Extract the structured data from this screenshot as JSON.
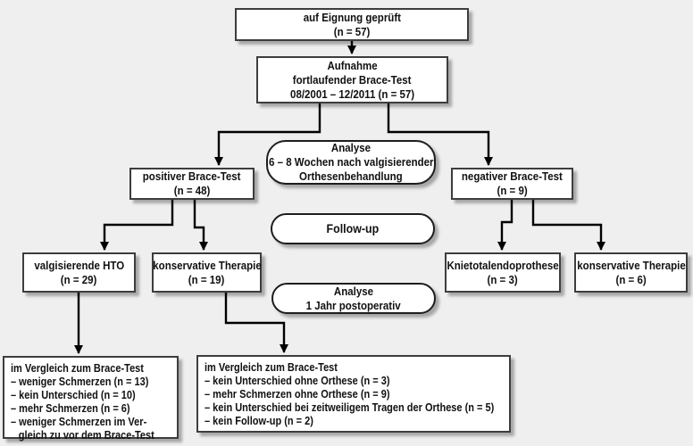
{
  "canvas": {
    "background_color": "#efefef",
    "box_fill": "#ffffff",
    "box_border_color": "#3d3d3d",
    "stadium_border_color": "#1d1d1d",
    "connector_color": "#000000",
    "text_color": "#111111"
  },
  "nodes": {
    "eligibility": {
      "lines": [
        "auf Eignung geprüft",
        "(n = 57)"
      ]
    },
    "intake": {
      "lines": [
        "Aufnahme",
        "fortlaufender Brace-Test",
        "08/2001 – 12/2011 (n = 57)"
      ]
    },
    "analysis_6_8_weeks": {
      "lines": [
        "Analyse",
        "6 – 8 Wochen nach valgisierender",
        "Orthesenbehandlung"
      ]
    },
    "positive_brace_test": {
      "lines": [
        "positiver Brace-Test",
        "(n = 48)"
      ]
    },
    "negative_brace_test": {
      "lines": [
        "negativer Brace-Test",
        "(n = 9)"
      ]
    },
    "follow_up": {
      "lines": [
        "Follow-up"
      ]
    },
    "valgus_hto": {
      "lines": [
        "valgisierende HTO",
        "(n = 29)"
      ]
    },
    "conservative_therapy_19": {
      "lines": [
        "konservative Therapie",
        "(n = 19)"
      ]
    },
    "knee_arthroplasty": {
      "lines": [
        "Knietotalendoprothese",
        "(n = 3)"
      ]
    },
    "conservative_therapy_6": {
      "lines": [
        "konservative Therapie",
        "(n = 6)"
      ]
    },
    "analysis_1_year": {
      "lines": [
        "Analyse",
        "1 Jahr postoperativ"
      ]
    },
    "result_hto": {
      "lines": [
        "im Vergleich zum Brace-Test",
        "– weniger Schmerzen (n = 13)",
        "– kein Unterschied (n = 10)",
        "– mehr Schmerzen (n = 6)",
        "– weniger Schmerzen im Ver-",
        "gleich zu vor dem Brace-Test"
      ]
    },
    "result_conservative": {
      "lines": [
        "im Vergleich zum Brace-Test",
        "– kein Unterschied ohne Orthese (n = 3)",
        "– mehr Schmerzen ohne Orthese (n = 9)",
        "– kein Unterschied bei zeitweiligem Tragen der Orthese (n = 5)",
        "– kein Follow-up (n = 2)"
      ]
    }
  }
}
